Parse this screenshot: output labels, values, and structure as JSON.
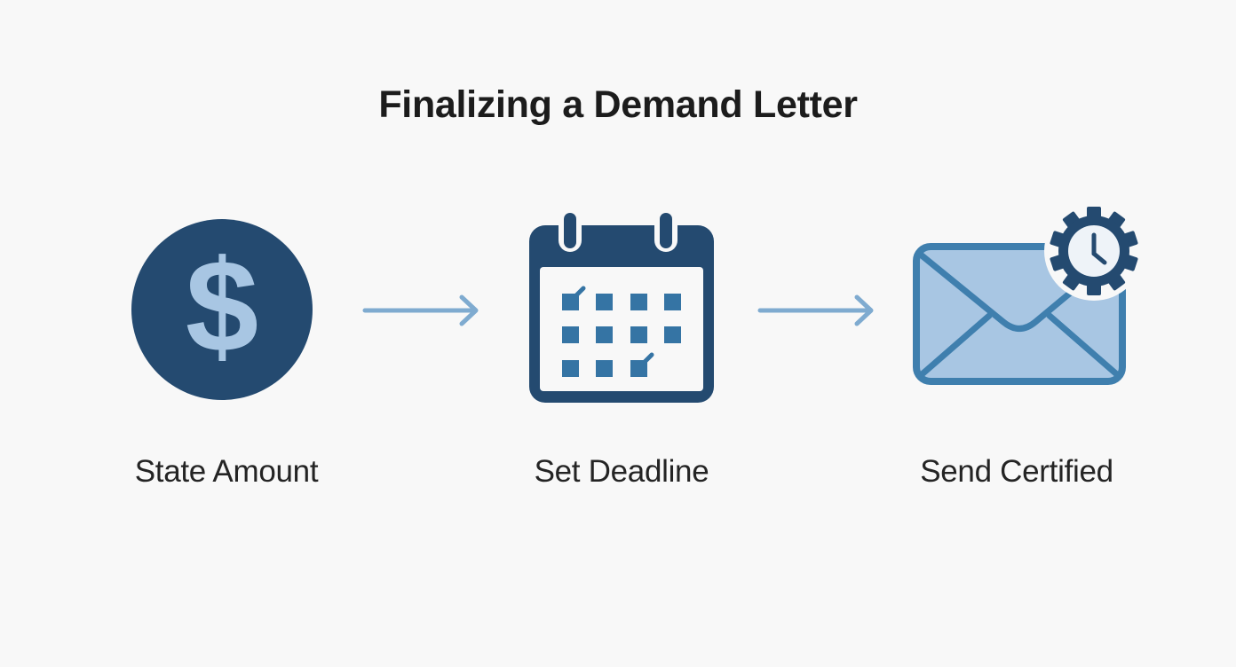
{
  "title": "Finalizing a Demand Letter",
  "colors": {
    "background": "#f8f8f8",
    "dark_navy": "#244a70",
    "mid_blue": "#3f7fae",
    "light_blue": "#a8c6e3",
    "arrow_blue": "#7fabd0",
    "text": "#1c1c1c"
  },
  "steps": [
    {
      "label": "State Amount",
      "icon": "dollar-circle-icon"
    },
    {
      "label": "Set Deadline",
      "icon": "calendar-icon"
    },
    {
      "label": "Send Certified",
      "icon": "envelope-clock-gear-icon"
    }
  ],
  "connectors": [
    {
      "from": "State Amount",
      "to": "Set Deadline",
      "icon": "arrow-right-icon"
    },
    {
      "from": "Set Deadline",
      "to": "Send Certified",
      "icon": "arrow-right-icon"
    }
  ]
}
